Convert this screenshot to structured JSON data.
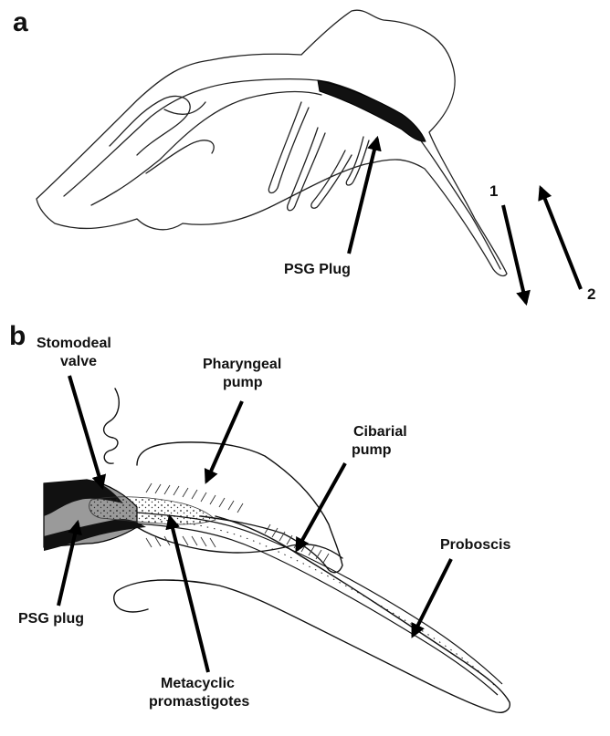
{
  "panel_a": {
    "letter": "a",
    "plug_label": "PSG Plug",
    "direction_1": "1",
    "direction_2": "2"
  },
  "panel_b": {
    "letter": "b",
    "stomodeal_line1": "Stomodeal",
    "stomodeal_line2": "valve",
    "pharyngeal_line1": "Pharyngeal",
    "pharyngeal_line2": "pump",
    "cibarial_line1": "Cibarial",
    "cibarial_line2": "pump",
    "proboscis": "Proboscis",
    "psg_plug": "PSG plug",
    "metacyclic_line1": "Metacyclic",
    "metacyclic_line2": "promastigotes"
  }
}
